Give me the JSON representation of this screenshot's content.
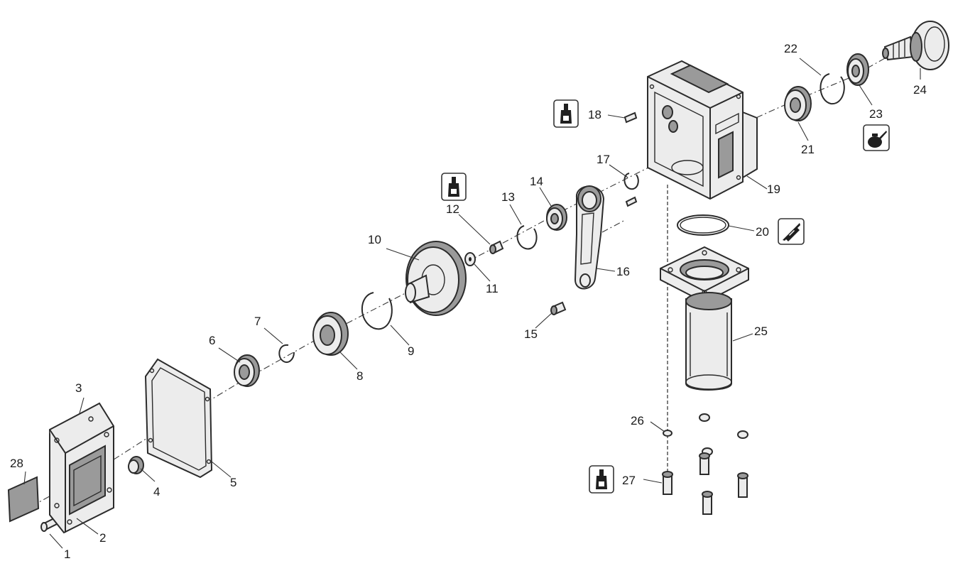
{
  "parts": [
    "1",
    "2",
    "3",
    "4",
    "5",
    "6",
    "7",
    "8",
    "9",
    "10",
    "11",
    "12",
    "13",
    "14",
    "15",
    "16",
    "17",
    "18",
    "19",
    "20",
    "21",
    "22",
    "23",
    "24",
    "25",
    "26",
    "27",
    "28"
  ],
  "symbols": {
    "threadlocker": "threadlocker-bottle-icon",
    "grease": "grease-gun-icon",
    "oil": "oil-can-icon"
  },
  "colors": {
    "line": "#2b2b2b",
    "fill": "#ececec",
    "background": "#ffffff"
  }
}
